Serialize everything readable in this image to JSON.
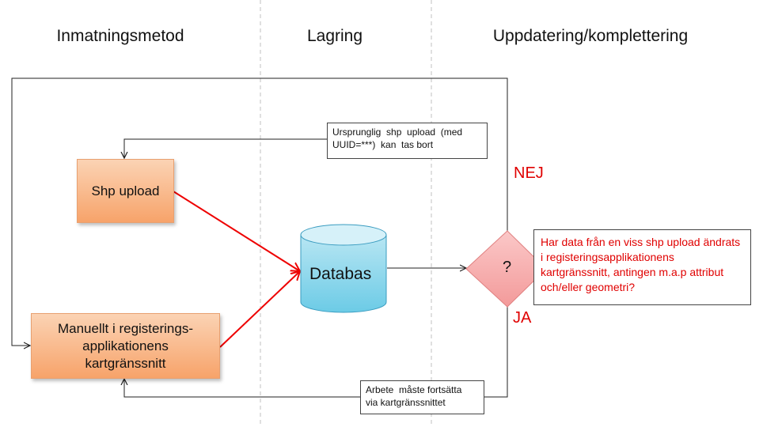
{
  "columns": {
    "input_method": "Inmatningsmetod",
    "storage": "Lagring",
    "update": "Uppdatering/komplettering"
  },
  "nodes": {
    "shp_upload": "Shp upload",
    "manual_line1": "Manuellt i registerings-",
    "manual_line2": "applikationens",
    "manual_line3": "kartgränssnitt",
    "database": "Databas",
    "decision": "?"
  },
  "notes": {
    "top_line1": "Ursprunglig  shp  upload  (med",
    "top_line2": "UUID=***)  kan  tas bort",
    "bottom_line1": "Arbete  måste fortsätta",
    "bottom_line2": "via kartgränssnittet",
    "question": "Har data från en viss shp upload ändrats i registeringsapplikationens kartgränssnitt, antingen m.a.p attribut och/eller geometri?"
  },
  "branches": {
    "no": "NEJ",
    "yes": "JA"
  },
  "colors": {
    "red_arrow": "#ee0000",
    "orange_box": "#f7a36a",
    "database": "#7fd0e8",
    "decision": "#f6a3a3",
    "red_text": "#e00000"
  }
}
